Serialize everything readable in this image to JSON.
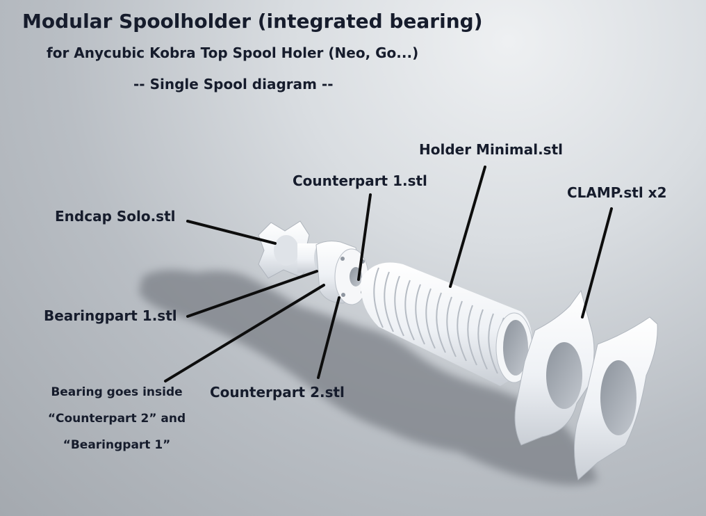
{
  "header": {
    "title": "Modular Spoolholder (integrated bearing)",
    "subtitle": "for Anycubic Kobra Top Spool Holer (Neo, Go...)",
    "subtitle2": "-- Single Spool diagram --"
  },
  "labels": {
    "holder_minimal": "Holder Minimal.stl",
    "counterpart_1": "Counterpart 1.stl",
    "clamp": "CLAMP.stl x2",
    "endcap_solo": "Endcap Solo.stl",
    "bearingpart_1": "Bearingpart 1.stl",
    "counterpart_2": "Counterpart 2.stl"
  },
  "note": {
    "line1": "Bearing goes inside",
    "line2": "“Counterpart 2” and",
    "line3": "“Bearingpart 1”"
  },
  "colors": {
    "text": "#161c2c",
    "part": "#f3f5f8",
    "shadow": "#7b8087"
  }
}
